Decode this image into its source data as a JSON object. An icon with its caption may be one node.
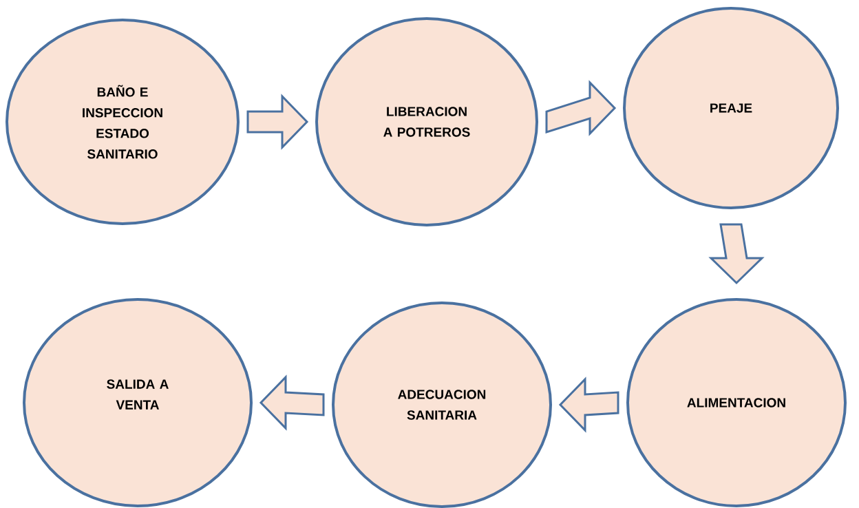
{
  "diagram": {
    "nodes": [
      {
        "text": [
          "BAÑO E INSPECCION ESTADO SANITARIO"
        ]
      },
      {
        "text": [
          "LIBERACION A POTREROS"
        ]
      },
      {
        "text": [
          "PEAJE"
        ]
      },
      {
        "text": [
          "ALIMENTACION"
        ]
      },
      {
        "text": [
          "ADECUACION SANITARIA"
        ]
      },
      {
        "text": [
          "SALIDA A VENTA"
        ]
      }
    ],
    "edges": [
      {
        "from": 0,
        "to": 1,
        "arrow": "to"
      },
      {
        "from": 1,
        "to": 2,
        "arrow": "to"
      },
      {
        "from": 2,
        "to": 3,
        "arrow": "to"
      },
      {
        "from": 3,
        "to": 4,
        "arrow": "to"
      },
      {
        "from": 4,
        "to": 5,
        "arrow": "to"
      }
    ]
  }
}
